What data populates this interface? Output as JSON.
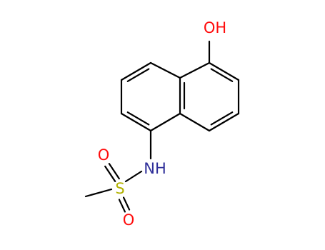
{
  "molecule": {
    "colors": {
      "bond": "#000000",
      "oxygen": "#ff0d0d",
      "nitrogen": "#30309a",
      "sulfur": "#b2b200"
    },
    "atoms": [
      {
        "id": "a1",
        "element": "C",
        "label": ""
      },
      {
        "id": "a2",
        "element": "C",
        "label": ""
      },
      {
        "id": "a3",
        "element": "C",
        "label": ""
      },
      {
        "id": "a4",
        "element": "C",
        "label": ""
      },
      {
        "id": "a5",
        "element": "C",
        "label": ""
      },
      {
        "id": "a6",
        "element": "C",
        "label": ""
      },
      {
        "id": "a7",
        "element": "C",
        "label": ""
      },
      {
        "id": "a8",
        "element": "C",
        "label": ""
      },
      {
        "id": "a9",
        "element": "C",
        "label": ""
      },
      {
        "id": "a10",
        "element": "C",
        "label": ""
      },
      {
        "id": "o_hydroxyl",
        "element": "O",
        "label": "OH"
      },
      {
        "id": "n_amide",
        "element": "N",
        "label": "NH"
      },
      {
        "id": "s_sulfonyl",
        "element": "S",
        "label": "S"
      },
      {
        "id": "o_sulfonyl_1",
        "element": "O",
        "label": "O"
      },
      {
        "id": "o_sulfonyl_2",
        "element": "O",
        "label": "O"
      },
      {
        "id": "c_methyl",
        "element": "C",
        "label": ""
      }
    ],
    "bonds": [
      {
        "from": "a1",
        "to": "a2",
        "order": 1
      },
      {
        "from": "a2",
        "to": "a3",
        "order": 2
      },
      {
        "from": "a3",
        "to": "a4",
        "order": 1
      },
      {
        "from": "a4",
        "to": "a5",
        "order": 2
      },
      {
        "from": "a5",
        "to": "a6",
        "order": 1
      },
      {
        "from": "a6",
        "to": "a1",
        "order": 2
      },
      {
        "from": "a1",
        "to": "a7",
        "order": 1
      },
      {
        "from": "a7",
        "to": "a8",
        "order": 2
      },
      {
        "from": "a8",
        "to": "a9",
        "order": 1
      },
      {
        "from": "a9",
        "to": "a10",
        "order": 2
      },
      {
        "from": "a10",
        "to": "a6",
        "order": 1
      },
      {
        "from": "a2",
        "to": "o_hydroxyl",
        "order": 1
      },
      {
        "from": "a5",
        "to": "n_amide",
        "order": 1
      },
      {
        "from": "n_amide",
        "to": "s_sulfonyl",
        "order": 1
      },
      {
        "from": "s_sulfonyl",
        "to": "o_sulfonyl_1",
        "order": 2
      },
      {
        "from": "s_sulfonyl",
        "to": "o_sulfonyl_2",
        "order": 2
      },
      {
        "from": "s_sulfonyl",
        "to": "c_methyl",
        "order": 1
      }
    ]
  }
}
